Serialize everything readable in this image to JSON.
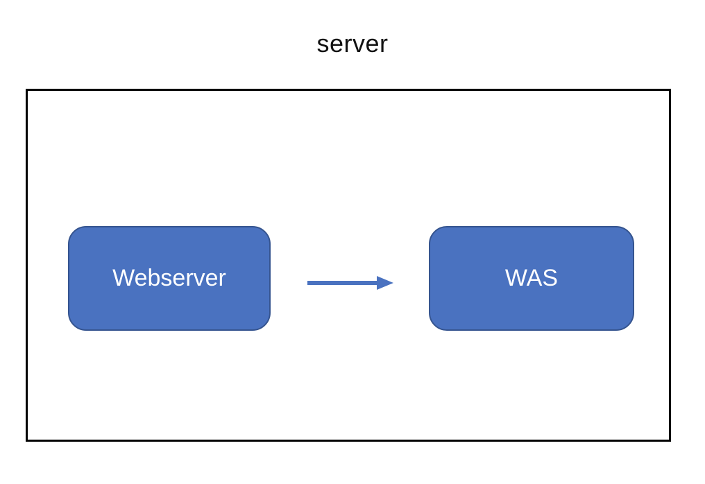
{
  "title": {
    "text": "server"
  },
  "diagram": {
    "container": {
      "border_color": "#000000",
      "background": "#ffffff"
    },
    "nodes": [
      {
        "id": "webserver",
        "label": "Webserver",
        "fill": "#4a72c0",
        "border_color": "#35548f",
        "text_color": "#ffffff"
      },
      {
        "id": "was",
        "label": "WAS",
        "fill": "#4a72c0",
        "border_color": "#35548f",
        "text_color": "#ffffff"
      }
    ],
    "connectors": [
      {
        "from": "webserver",
        "to": "was",
        "type": "arrow-right",
        "color": "#4a72c0"
      }
    ]
  }
}
